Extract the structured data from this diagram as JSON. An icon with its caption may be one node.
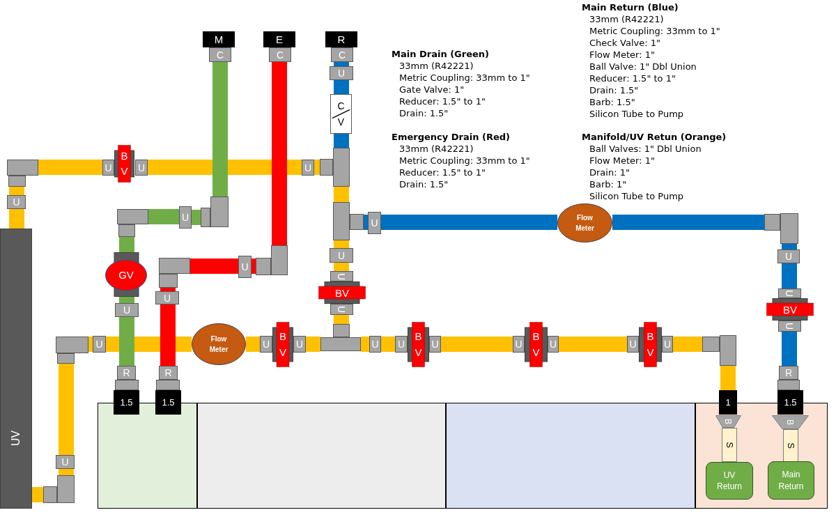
{
  "diagram": {
    "nodes": [
      {
        "text": [
          "M"
        ]
      },
      {
        "text": [
          "C"
        ]
      },
      {
        "text": [
          "E"
        ]
      },
      {
        "text": [
          "C"
        ]
      },
      {
        "text": [
          "R"
        ]
      },
      {
        "text": [
          "C"
        ]
      },
      {
        "text": [
          "U"
        ]
      },
      {
        "text": [
          "CV"
        ]
      },
      {
        "text": [],
        "shape": "box"
      },
      {
        "text": [
          "U"
        ]
      },
      {
        "text": [
          "BV"
        ]
      },
      {
        "text": [
          "U"
        ]
      },
      {
        "text": [
          "U"
        ]
      },
      {
        "text": [],
        "shape": "box"
      },
      {
        "text": [
          "U"
        ]
      },
      {
        "text": [
          "UV"
        ]
      },
      {
        "text": [],
        "shape": "box"
      },
      {
        "text": [
          "U"
        ]
      },
      {
        "text": [
          "Flow Meter"
        ]
      },
      {
        "text": [],
        "shape": "box"
      },
      {
        "text": [],
        "shape": "box"
      },
      {
        "text": [
          "U"
        ]
      },
      {
        "text": [],
        "shape": "box"
      },
      {
        "text": [
          "U"
        ]
      },
      {
        "text": [
          "U"
        ]
      },
      {
        "text": [],
        "shape": "box"
      },
      {
        "text": [
          "U"
        ]
      },
      {
        "text": [],
        "shape": "box"
      },
      {
        "text": [
          "GV"
        ]
      },
      {
        "text": [
          "U"
        ]
      },
      {
        "text": [
          "BV"
        ]
      },
      {
        "text": [
          "U"
        ]
      },
      {
        "text": [
          "U"
        ]
      },
      {
        "text": [
          "BV"
        ]
      },
      {
        "text": [
          "U"
        ]
      },
      {
        "text": [
          "U"
        ]
      },
      {
        "text": [
          "U"
        ]
      },
      {
        "text": [],
        "shape": "box"
      },
      {
        "text": [
          "U"
        ]
      },
      {
        "text": [
          "Flow Meter"
        ]
      },
      {
        "text": [
          "U"
        ]
      },
      {
        "text": [
          "BV"
        ]
      },
      {
        "text": [
          "U"
        ]
      },
      {
        "text": [],
        "shape": "box"
      },
      {
        "text": [
          "U"
        ]
      },
      {
        "text": [
          "U"
        ]
      },
      {
        "text": [
          "BV"
        ]
      },
      {
        "text": [
          "U"
        ]
      },
      {
        "text": [
          "U"
        ]
      },
      {
        "text": [
          "BV"
        ]
      },
      {
        "text": [
          "U"
        ]
      },
      {
        "text": [
          "U"
        ]
      },
      {
        "text": [
          "BV"
        ]
      },
      {
        "text": [
          "U"
        ]
      },
      {
        "text": [],
        "shape": "box"
      },
      {
        "text": [
          "R"
        ]
      },
      {
        "text": [
          "R"
        ]
      },
      {
        "text": [
          "R"
        ]
      },
      {
        "text": [],
        "shape": "box"
      },
      {
        "text": [],
        "shape": "box"
      },
      {
        "text": [],
        "shape": "box"
      },
      {
        "text": [
          "1.5"
        ]
      },
      {
        "text": [
          "1.5"
        ]
      },
      {
        "text": [
          "1"
        ]
      },
      {
        "text": [
          "1.5"
        ]
      },
      {
        "text": [
          "U"
        ]
      },
      {
        "text": [],
        "shape": "box"
      },
      {
        "text": [],
        "shape": "box"
      },
      {
        "text": [],
        "shape": "box"
      },
      {
        "text": [],
        "shape": "box"
      },
      {
        "text": [],
        "shape": "box"
      },
      {
        "text": [
          "B"
        ],
        "in": 70
      },
      {
        "text": [
          "B"
        ],
        "in": 70
      },
      {
        "text": [
          "S"
        ],
        "in": 70
      },
      {
        "text": [
          "S"
        ],
        "in": 70
      },
      {
        "text": [
          "UV Return"
        ],
        "in": 70
      },
      {
        "text": [
          "Main Return"
        ],
        "in": 70
      }
    ],
    "edges": [
      {
        "from": 1,
        "to": 20,
        "arrow": "none",
        "color": "#70ad47"
      },
      {
        "from": 20,
        "to": 21,
        "arrow": "none",
        "color": "#70ad47"
      },
      {
        "from": 21,
        "to": 22,
        "arrow": "none",
        "color": "#70ad47"
      },
      {
        "from": 22,
        "to": 28,
        "arrow": "none",
        "color": "#70ad47"
      },
      {
        "from": 28,
        "to": 36,
        "arrow": "none",
        "color": "#70ad47"
      },
      {
        "from": 36,
        "to": 55,
        "arrow": "none",
        "color": "#70ad47"
      },
      {
        "from": 3,
        "to": 25,
        "arrow": "none",
        "color": "#ff0000"
      },
      {
        "from": 25,
        "to": 26,
        "arrow": "none",
        "color": "#ff0000"
      },
      {
        "from": 26,
        "to": 27,
        "arrow": "none",
        "color": "#ff0000"
      },
      {
        "from": 27,
        "to": 35,
        "arrow": "none",
        "color": "#ff0000"
      },
      {
        "from": 35,
        "to": 56,
        "arrow": "none",
        "color": "#ff0000"
      },
      {
        "from": 5,
        "to": 6,
        "arrow": "none",
        "color": "#0070c0"
      },
      {
        "from": 6,
        "to": 7,
        "arrow": "none",
        "color": "#0070c0"
      },
      {
        "from": 7,
        "to": 13,
        "arrow": "none",
        "color": "#0070c0"
      },
      {
        "from": 16,
        "to": 17,
        "arrow": "none",
        "color": "#0070c0"
      },
      {
        "from": 17,
        "to": 18,
        "arrow": "none",
        "color": "#0070c0"
      },
      {
        "from": 18,
        "to": 19,
        "arrow": "none",
        "color": "#0070c0"
      },
      {
        "from": 19,
        "to": 24,
        "arrow": "none",
        "color": "#0070c0"
      },
      {
        "from": 24,
        "to": 32,
        "arrow": "none",
        "color": "#0070c0"
      },
      {
        "from": 34,
        "to": 57,
        "arrow": "none",
        "color": "#0070c0"
      },
      {
        "from": 8,
        "to": 9,
        "arrow": "none"
      },
      {
        "from": 11,
        "to": 12,
        "arrow": "none"
      },
      {
        "from": 12,
        "to": 13,
        "arrow": "none"
      },
      {
        "from": 8,
        "to": 14,
        "arrow": "none"
      },
      {
        "from": 14,
        "to": 15,
        "arrow": "none"
      },
      {
        "from": 13,
        "to": 16,
        "arrow": "none"
      },
      {
        "from": 16,
        "to": 23,
        "arrow": "none"
      },
      {
        "from": 23,
        "to": 29,
        "arrow": "none"
      },
      {
        "from": 31,
        "to": 43,
        "arrow": "none"
      },
      {
        "from": 37,
        "to": 38,
        "arrow": "none"
      },
      {
        "from": 38,
        "to": 39,
        "arrow": "none"
      },
      {
        "from": 39,
        "to": 40,
        "arrow": "none"
      },
      {
        "from": 42,
        "to": 43,
        "arrow": "none"
      },
      {
        "from": 43,
        "to": 44,
        "arrow": "none"
      },
      {
        "from": 44,
        "to": 45,
        "arrow": "none"
      },
      {
        "from": 47,
        "to": 48,
        "arrow": "none"
      },
      {
        "from": 50,
        "to": 51,
        "arrow": "none"
      },
      {
        "from": 53,
        "to": 54,
        "arrow": "none"
      },
      {
        "from": 54,
        "to": 63,
        "arrow": "none"
      },
      {
        "from": 37,
        "to": 65,
        "arrow": "none"
      },
      {
        "from": 65,
        "to": 66,
        "arrow": "none"
      },
      {
        "from": 66,
        "to": 15,
        "arrow": "none"
      }
    ],
    "labels": [
      "Main Drain (Green)",
      "33mm (R42221)",
      "Metric Coupling: 33mm to 1\"",
      "Gate Valve: 1\"",
      "Reducer: 1.5\" to 1\"",
      "Drain: 1.5\"",
      "Emergency Drain (Red)",
      "33mm (R42221)",
      "Metric Coupling: 33mm to 1\"",
      "Reducer: 1.5\" to 1\"",
      "Drain: 1.5\"",
      "Main Return (Blue)",
      "33mm (R42221)",
      "Metric Coupling: 33mm to 1\"",
      "Check Valve: 1\"",
      "Flow Meter: 1\"",
      "Ball Valve: 1\" Dbl Union",
      "Reducer: 1.5\" to 1\"",
      "Drain: 1.5\"",
      "Barb: 1.5\"",
      "Silicon Tube to Pump",
      "Manifold/UV Retun (Orange)",
      "Ball Valves: 1\" Dbl Union",
      "Flow Meter: 1\"",
      "Drain: 1\"",
      "Barb: 1\"",
      "Silicon Tube to Pump"
    ]
  }
}
